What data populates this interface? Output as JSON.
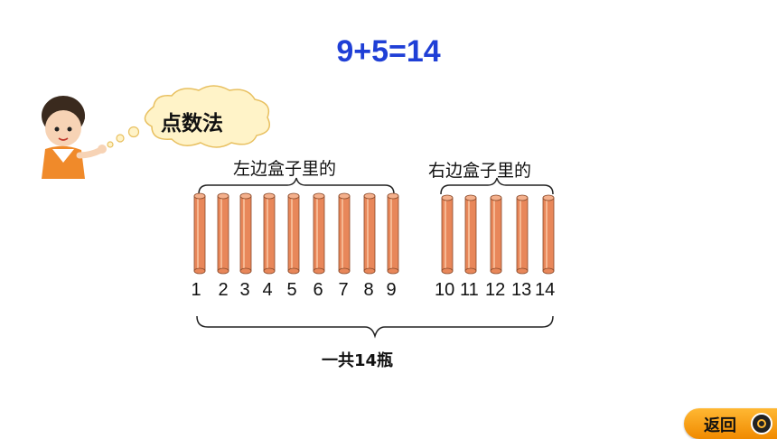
{
  "equation": "9+5=14",
  "bubble": {
    "text": "点数法"
  },
  "labels": {
    "left": "左边盒子里的",
    "right": "右边盒子里的",
    "total": "一共14瓶"
  },
  "counting": {
    "left_count": 9,
    "right_count": 5
  },
  "numbers": [
    "1",
    "2",
    "3",
    "4",
    "5",
    "6",
    "7",
    "8",
    "9",
    "10",
    "11",
    "12",
    "13",
    "14"
  ],
  "nav": {
    "back_label": "返回",
    "back_icon": "circle-arrow-icon"
  },
  "colors": {
    "equation": "#1f3fd6",
    "stick": "#e8875a",
    "button": "#f5a21b"
  }
}
